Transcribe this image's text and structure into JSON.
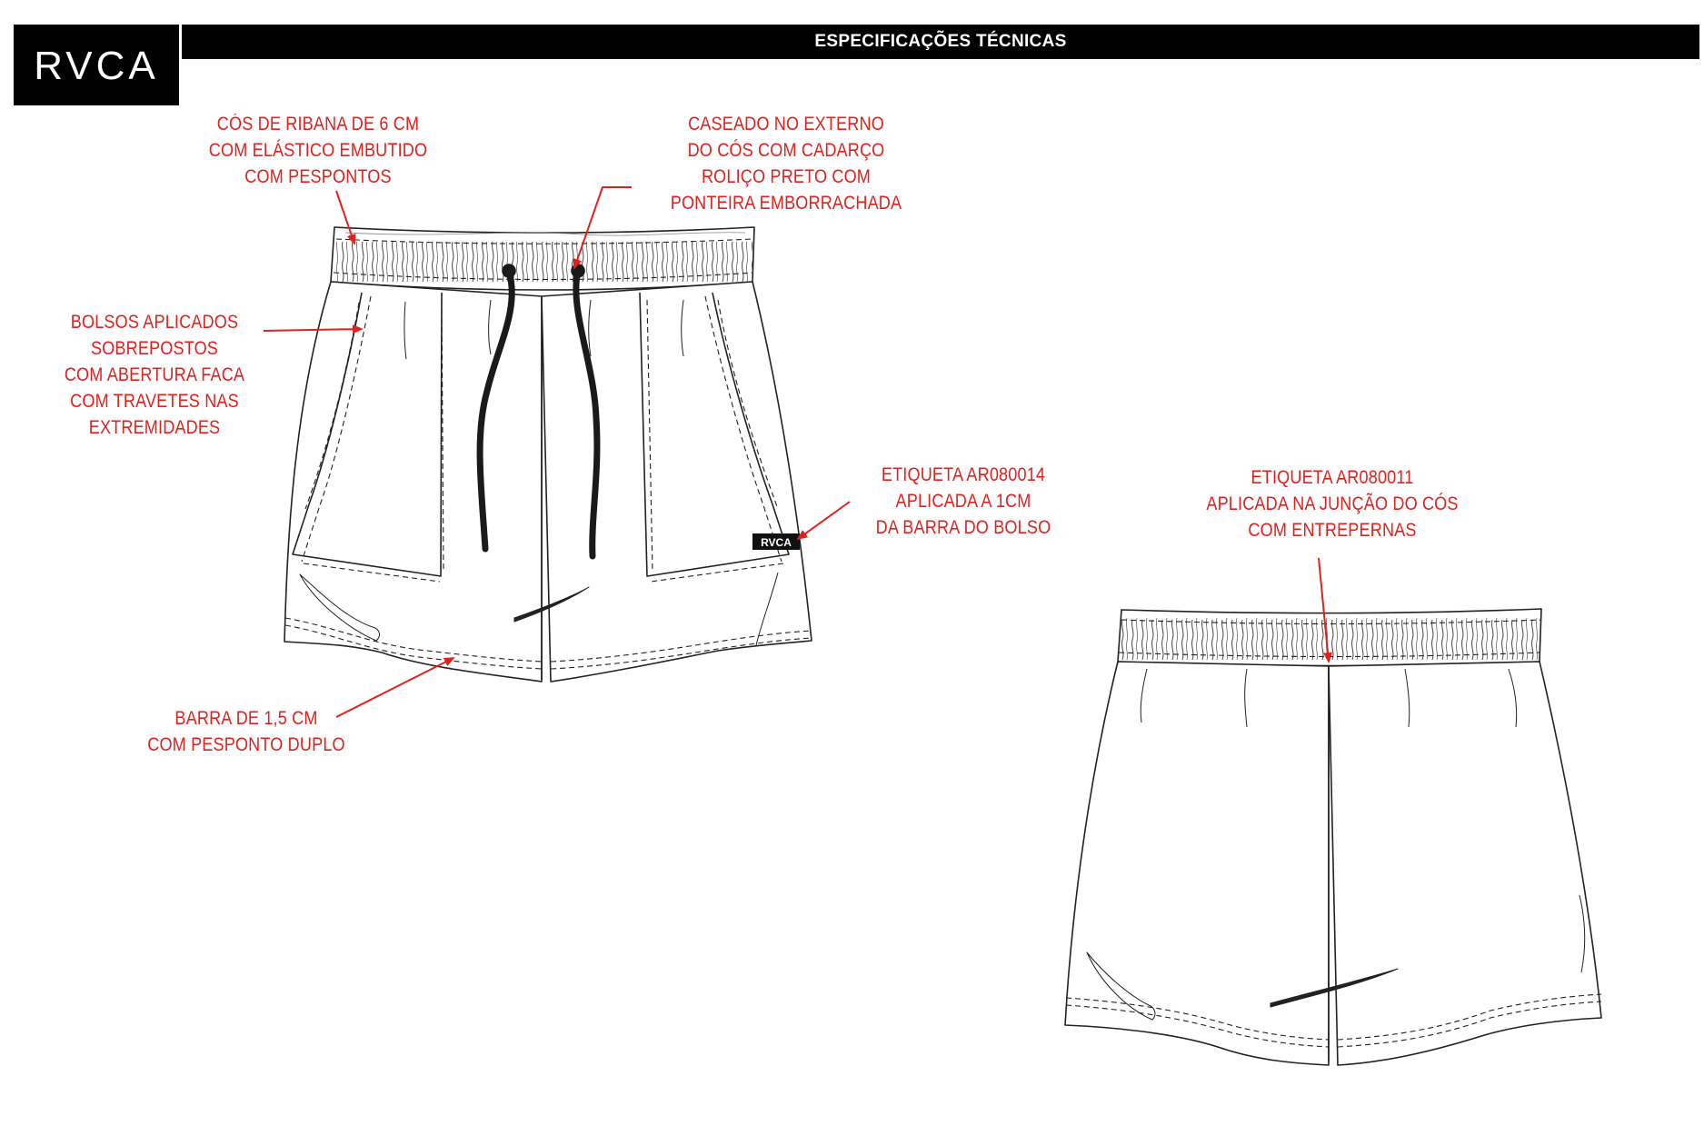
{
  "header": {
    "brand_logo_text": "RVCA",
    "title": "ESPECIFICAÇÕES TÉCNICAS"
  },
  "front_view": {
    "callouts": {
      "waistband": [
        "CÓS DE RIBANA DE 6 CM",
        "COM ELÁSTICO EMBUTIDO",
        "COM PESPONTOS"
      ],
      "drawcord": [
        "CASEADO NO EXTERNO",
        "DO CÓS COM CADARÇO",
        "ROLIÇO PRETO COM",
        "PONTEIRA EMBORRACHADA"
      ],
      "pockets": [
        "BOLSOS APLICADOS",
        "SOBREPOSTOS",
        "COM ABERTURA FACA",
        "COM TRAVETES NAS",
        "EXTREMIDADES"
      ],
      "front_label": [
        "ETIQUETA AR080014",
        "APLICADA A 1CM",
        "DA BARRA DO BOLSO"
      ],
      "hem": [
        "BARRA DE 1,5 CM",
        "COM PESPONTO DUPLO"
      ]
    },
    "label_tag_text": "RVCA"
  },
  "back_view": {
    "callouts": {
      "back_label": [
        "ETIQUETA AR080011",
        "APLICADA NA JUNÇÃO DO CÓS",
        "COM ENTREPERNAS"
      ]
    }
  },
  "colors": {
    "callout_text": "#e0221e",
    "arrow": "#e0221e",
    "header_background": "#000000",
    "header_text": "#ffffff",
    "drawcord": "#1a1a1a",
    "line_art": "#222222"
  }
}
